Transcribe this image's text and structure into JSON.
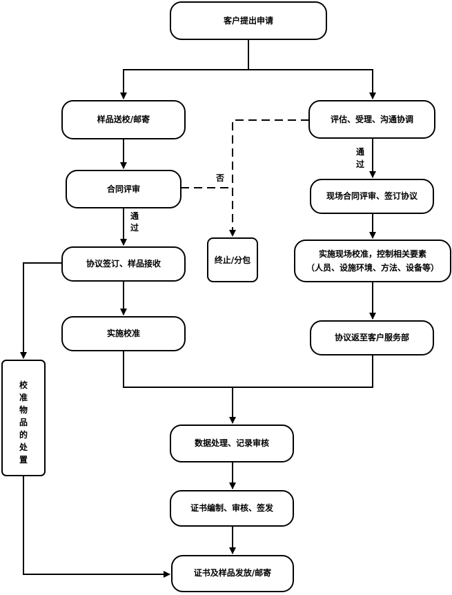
{
  "nodes": {
    "apply": "客户提出申请",
    "sample_send": "样品送校/邮寄",
    "evaluate": "评估、受理、沟通协调",
    "contract_review": "合同评审",
    "terminate": "终止/分包",
    "site_contract": "现场合同评审、签订协议",
    "agreement_sign": "协议签订、样品接收",
    "onsite_calib": "实施现场校准，控制相关要素",
    "onsite_calib_sub": "（人员、设施环境、方法、设备等）",
    "do_calib": "实施校准",
    "return_agreement": "协议返至客户服务部",
    "disposal": "校准物品的处置",
    "data_process": "数据处理、记录审核",
    "cert_compile": "证书编制、审核、签发",
    "cert_issue": "证书及样品发放/邮寄"
  },
  "edge_labels": {
    "pass": "通过",
    "reject": "否"
  },
  "colors": {
    "stroke": "#000000",
    "fill": "#ffffff"
  }
}
